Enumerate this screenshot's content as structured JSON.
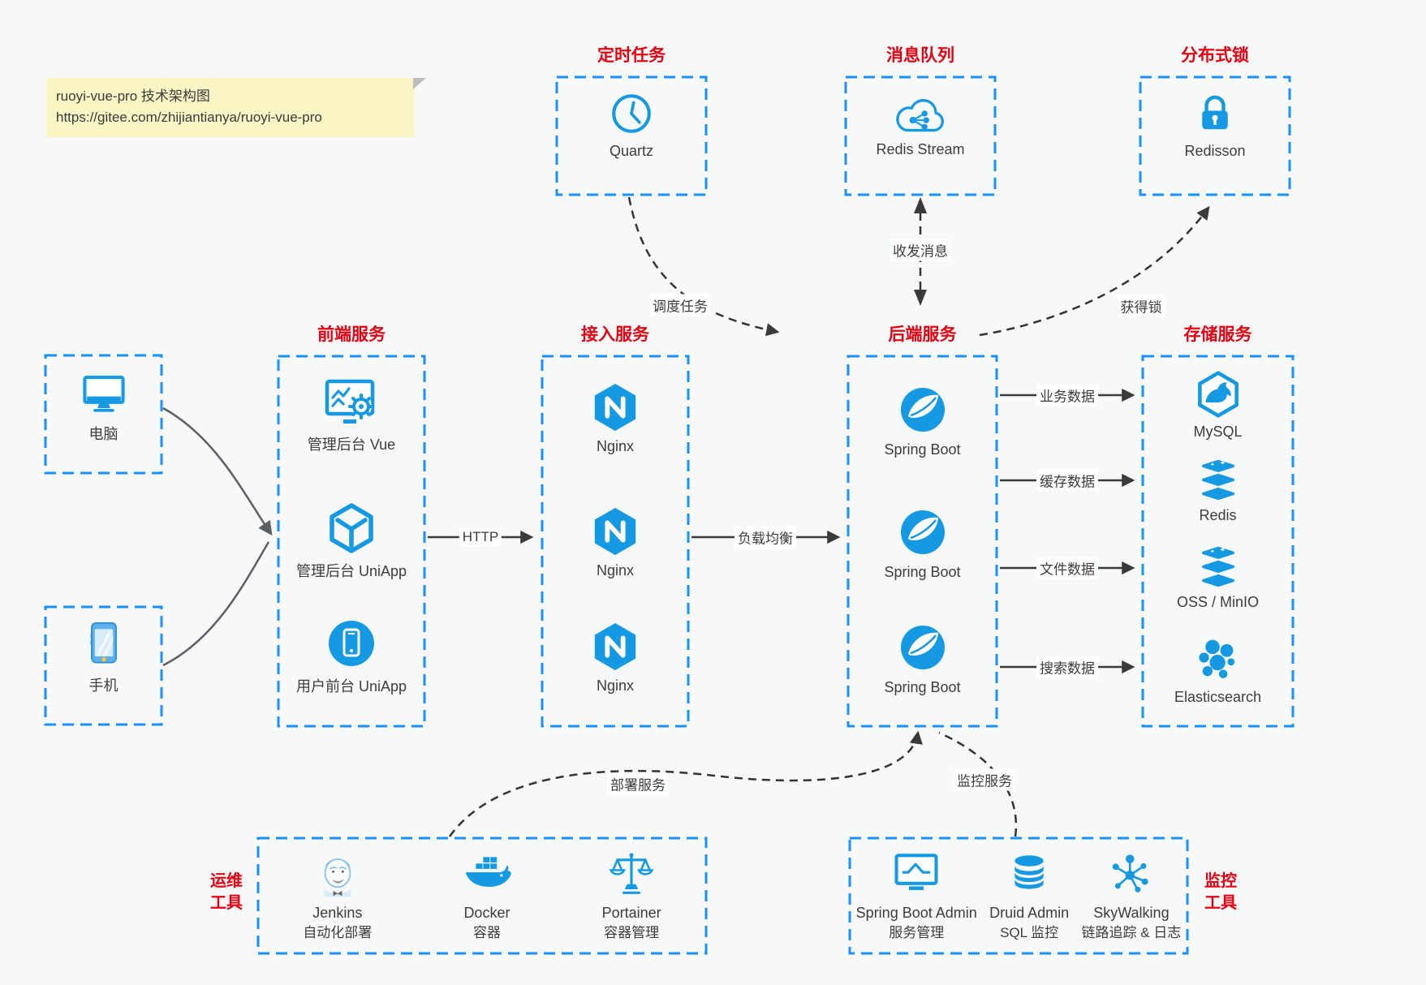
{
  "note": {
    "line1": "ruoyi-vue-pro 技术架构图",
    "line2": "https://gitee.com/zhijiantianya/ruoyi-vue-pro"
  },
  "top_groups": [
    {
      "title": "定时任务",
      "item": {
        "label": "Quartz",
        "icon": "clock-icon"
      }
    },
    {
      "title": "消息队列",
      "item": {
        "label": "Redis Stream",
        "icon": "cloud-share-icon"
      }
    },
    {
      "title": "分布式锁",
      "item": {
        "label": "Redisson",
        "icon": "lock-icon"
      }
    }
  ],
  "devices": [
    {
      "label": "电脑",
      "icon": "desktop-icon"
    },
    {
      "label": "手机",
      "icon": "smartphone-icon"
    }
  ],
  "columns": [
    {
      "title": "前端服务",
      "items": [
        {
          "label": "管理后台 Vue",
          "icon": "admin-vue-icon"
        },
        {
          "label": "管理后台 UniApp",
          "icon": "uniapp-icon"
        },
        {
          "label": "用户前台 UniApp",
          "icon": "uniapp-phone-icon"
        }
      ]
    },
    {
      "title": "接入服务",
      "items": [
        {
          "label": "Nginx",
          "icon": "nginx-icon"
        },
        {
          "label": "Nginx",
          "icon": "nginx-icon"
        },
        {
          "label": "Nginx",
          "icon": "nginx-icon"
        }
      ]
    },
    {
      "title": "后端服务",
      "items": [
        {
          "label": "Spring Boot",
          "icon": "spring-icon"
        },
        {
          "label": "Spring Boot",
          "icon": "spring-icon"
        },
        {
          "label": "Spring Boot",
          "icon": "spring-icon"
        }
      ]
    },
    {
      "title": "存储服务",
      "items": [
        {
          "label": "MySQL",
          "icon": "mysql-icon"
        },
        {
          "label": "Redis",
          "icon": "storage-stack-icon"
        },
        {
          "label": "OSS / MinIO",
          "icon": "storage-stack-icon"
        },
        {
          "label": "Elasticsearch",
          "icon": "elasticsearch-icon"
        }
      ]
    }
  ],
  "edges": {
    "http": "HTTP",
    "load_balance": "负载均衡",
    "business": "业务数据",
    "cache": "缓存数据",
    "file": "文件数据",
    "search": "搜索数据",
    "schedule": "调度任务",
    "message": "收发消息",
    "lock": "获得锁",
    "deploy": "部署服务",
    "monitor": "监控服务"
  },
  "bottom_groups": [
    {
      "side_label": [
        "运维",
        "工具"
      ],
      "items": [
        {
          "name": "Jenkins",
          "desc": "自动化部署",
          "icon": "jenkins-icon"
        },
        {
          "name": "Docker",
          "desc": "容器",
          "icon": "docker-icon"
        },
        {
          "name": "Portainer",
          "desc": "容器管理",
          "icon": "portainer-icon"
        }
      ]
    },
    {
      "side_label": [
        "监控",
        "工具"
      ],
      "items": [
        {
          "name": "Spring Boot Admin",
          "desc": "服务管理",
          "icon": "springboot-admin-icon"
        },
        {
          "name": "Druid Admin",
          "desc": "SQL 监控",
          "icon": "druid-icon"
        },
        {
          "name": "SkyWalking",
          "desc": "链路追踪 & 日志",
          "icon": "skywalking-icon"
        }
      ]
    }
  ],
  "colors": {
    "box_border_blue": "#1890ff",
    "icon_blue": "#1699e3",
    "title_red": "#e60012",
    "note_bg": "#faf5c5",
    "arrow_dark": "#3a3a3a",
    "device_curve_gray": "#5a5f63"
  }
}
